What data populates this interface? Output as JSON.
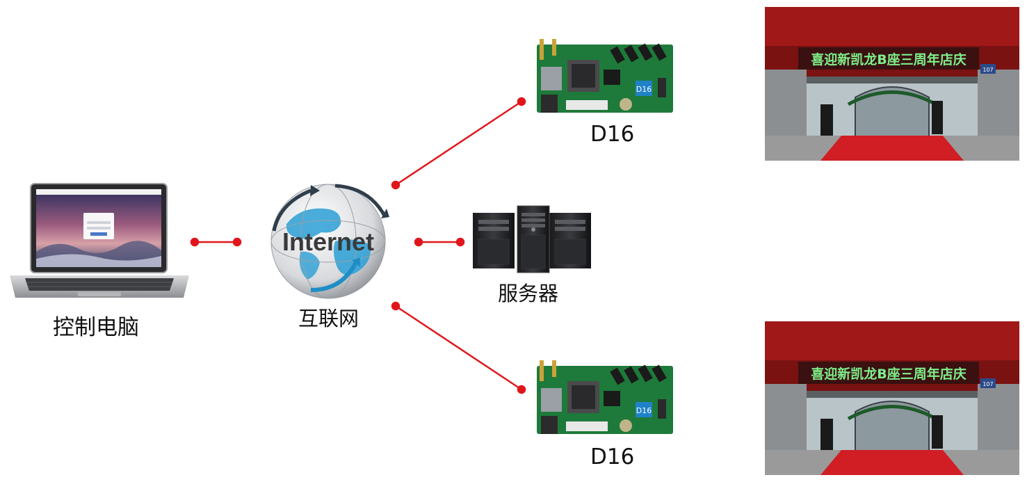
{
  "nodes": {
    "computer": {
      "label": "控制电脑"
    },
    "internet": {
      "label": "互联网",
      "globe_text": "Internet"
    },
    "server": {
      "label": "服务器"
    },
    "card_top": {
      "label": "D16",
      "chip_text": "D16"
    },
    "card_bottom": {
      "label": "D16",
      "chip_text": "D16"
    }
  },
  "photos": {
    "top": {
      "sign_text": "喜迎新凯龙B座三周年店庆",
      "plate": "107"
    },
    "bottom": {
      "sign_text": "喜迎新凯龙B座三周年店庆",
      "plate": "107"
    }
  },
  "colors": {
    "link": "#e0161b",
    "board_green": "#1e7a3a",
    "globe_blue": "#2a9fd6",
    "sign_red": "#9a1b1b"
  }
}
